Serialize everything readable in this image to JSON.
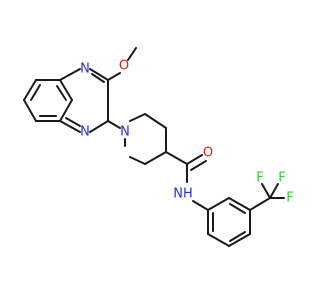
{
  "colors": {
    "background": "#ffffff",
    "bond": "#1a1a1a",
    "nitrogen": "#2f2fd6",
    "oxygen": "#e0201d",
    "fluorine": "#33cc33"
  },
  "molecule": {
    "formula_labels": {
      "methoxy_oxygen": "O",
      "quinoxaline_n_top": "N",
      "quinoxaline_n_bottom": "N",
      "piperidine_n": "N",
      "carbonyl_oxygen": "O",
      "amide_nh": "NH",
      "fluorine_top_left": "F",
      "fluorine_top_right": "F",
      "fluorine_right": "F"
    }
  }
}
